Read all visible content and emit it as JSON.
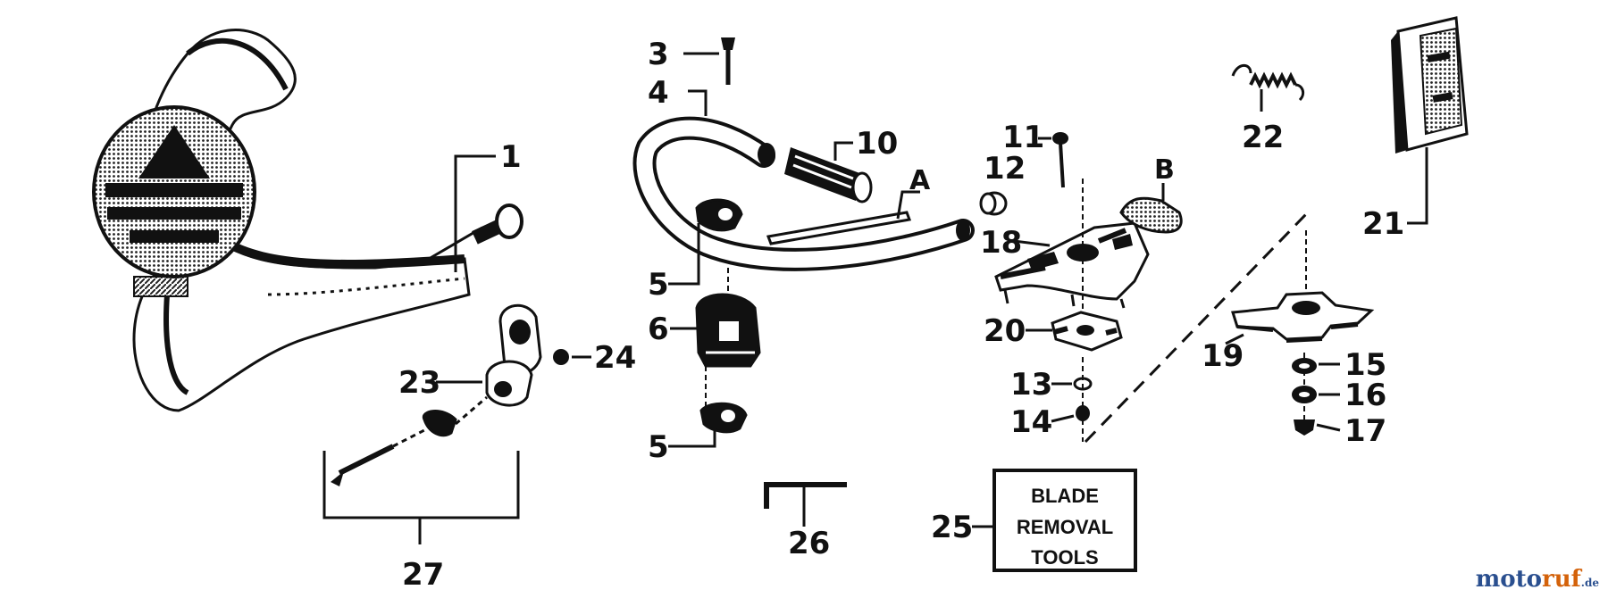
{
  "diagram": {
    "callouts": {
      "n1": "1",
      "n3": "3",
      "n4": "4",
      "n5a": "5",
      "n5b": "5",
      "n6": "6",
      "n10": "10",
      "n11": "11",
      "n12": "12",
      "n13": "13",
      "n14": "14",
      "n15": "15",
      "n16": "16",
      "n17": "17",
      "n18": "18",
      "n19": "19",
      "n20": "20",
      "n21": "21",
      "n22": "22",
      "n23": "23",
      "n24": "24",
      "n25": "25",
      "n26": "26",
      "n27": "27"
    },
    "letters": {
      "A": "A",
      "B": "B"
    },
    "blade_box": {
      "line1": "BLADE",
      "line2": "REMOVAL",
      "line3": "TOOLS"
    }
  },
  "watermark": {
    "part1": "moto",
    "part2": "ruf",
    "part3": ".de"
  }
}
